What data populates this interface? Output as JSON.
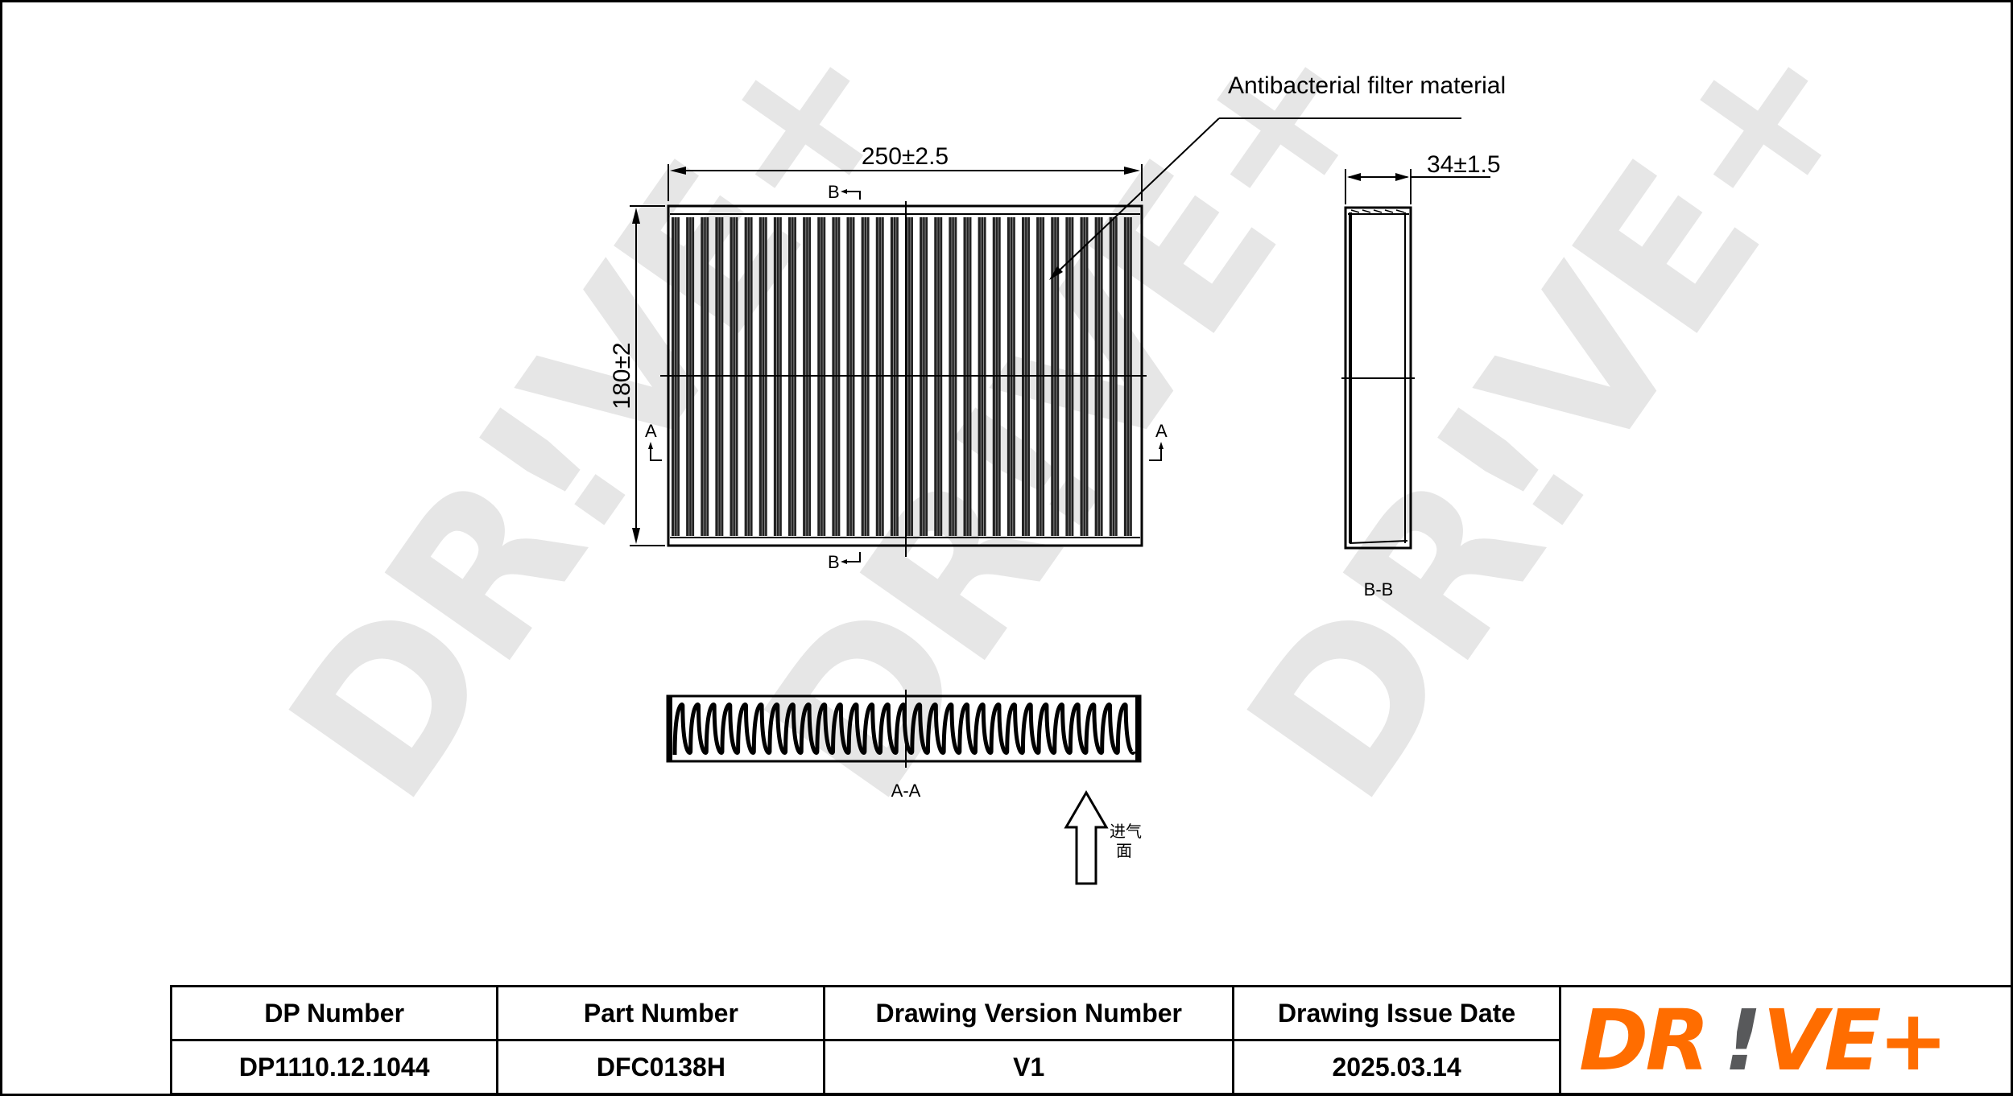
{
  "drawing": {
    "material_callout": "Antibacterial filter material",
    "dim_length": "250±2.5",
    "dim_width": "180±2",
    "dim_height": "34±1.5",
    "section_marker_a": "A",
    "section_marker_b": "B",
    "section_aa_label": "A-A",
    "section_bb_label": "B-B",
    "airflow_label_line1": "进气",
    "airflow_label_line2": "面",
    "pleat_count_front_view": 32,
    "pleat_count_section_aa": 29
  },
  "watermark": {
    "text": "DR!VE+",
    "color": "#e6e6e6"
  },
  "title_block": {
    "headers": [
      "DP Number",
      "Part Number",
      "Drawing Version Number",
      "Drawing Issue Date"
    ],
    "values": [
      "DP1110.12.1044",
      "DFC0138H",
      "V1",
      "2025.03.14"
    ]
  },
  "logo": {
    "text_left": "DR",
    "text_bang": "!",
    "text_right": "VE+",
    "primary_color": "#ff6d00",
    "secondary_color": "#58595b"
  }
}
